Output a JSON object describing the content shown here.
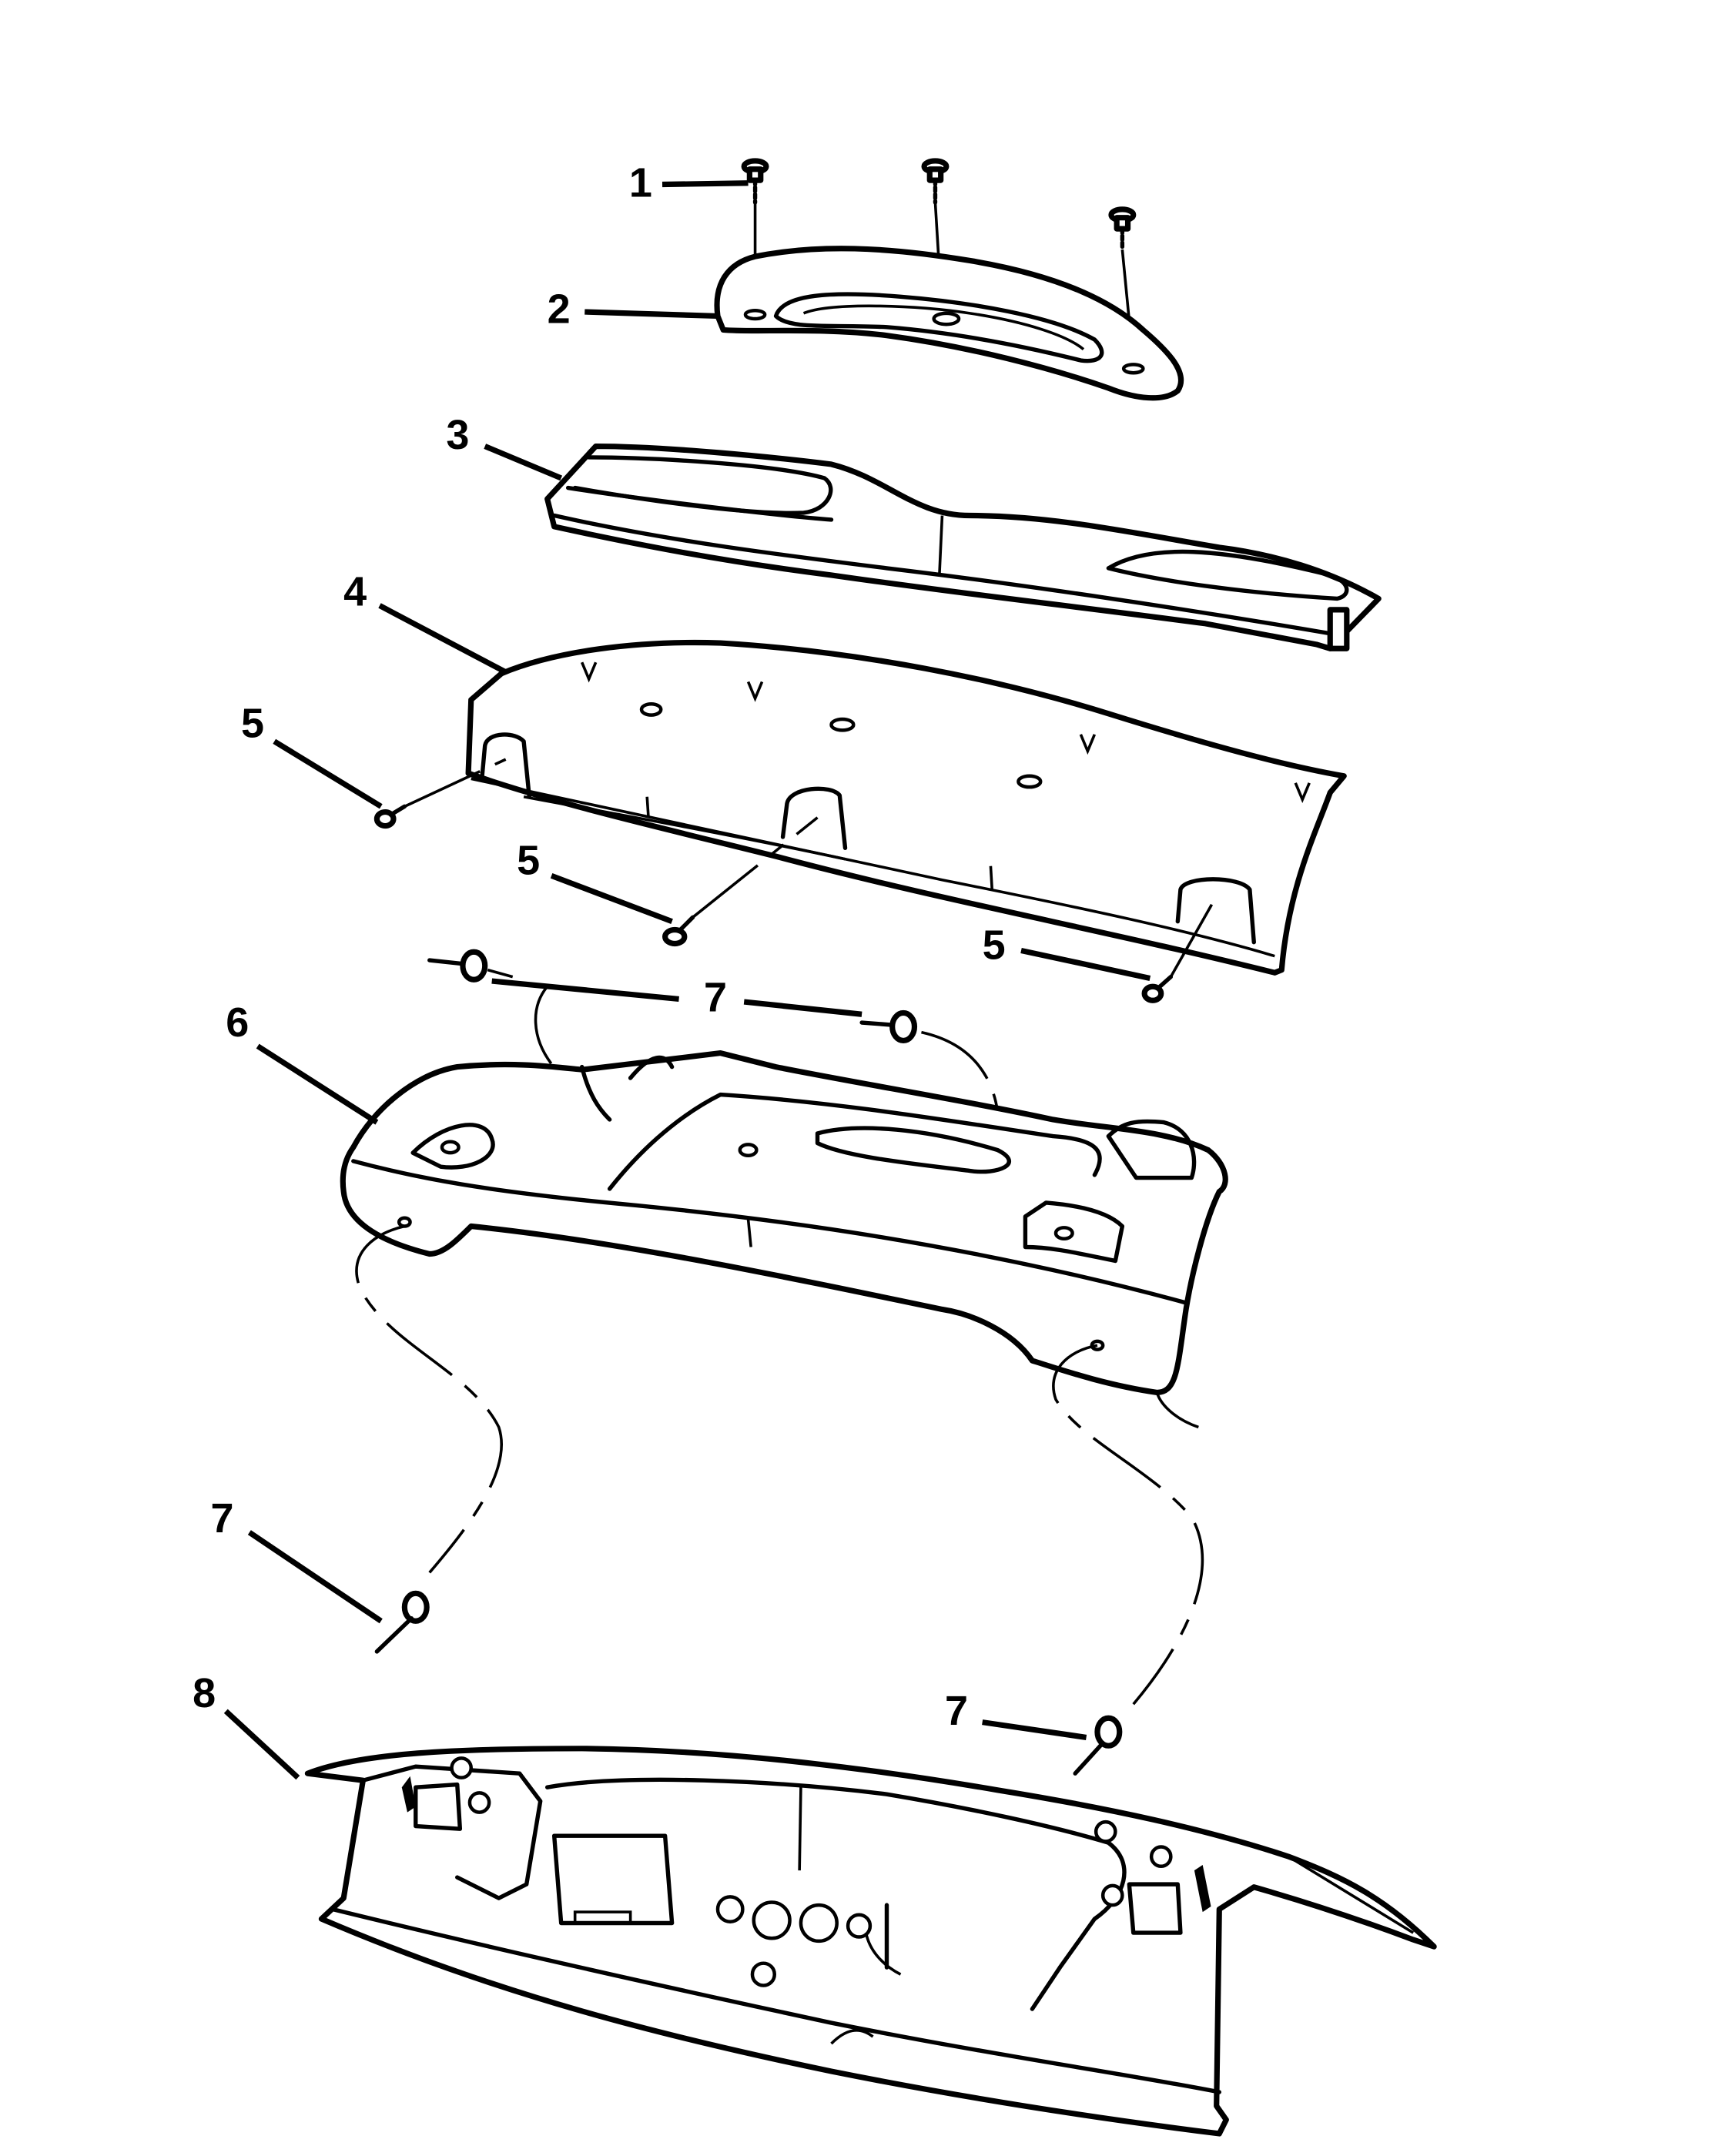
{
  "callouts": {
    "c1": "1",
    "c2": "2",
    "c3": "3",
    "c4": "4",
    "c5a": "5",
    "c5b": "5",
    "c5c": "5",
    "c6": "6",
    "c7a": "7",
    "c7b": "7",
    "c7c": "7",
    "c8": "8"
  },
  "colors": {
    "line": "#000000",
    "background": "#ffffff"
  }
}
